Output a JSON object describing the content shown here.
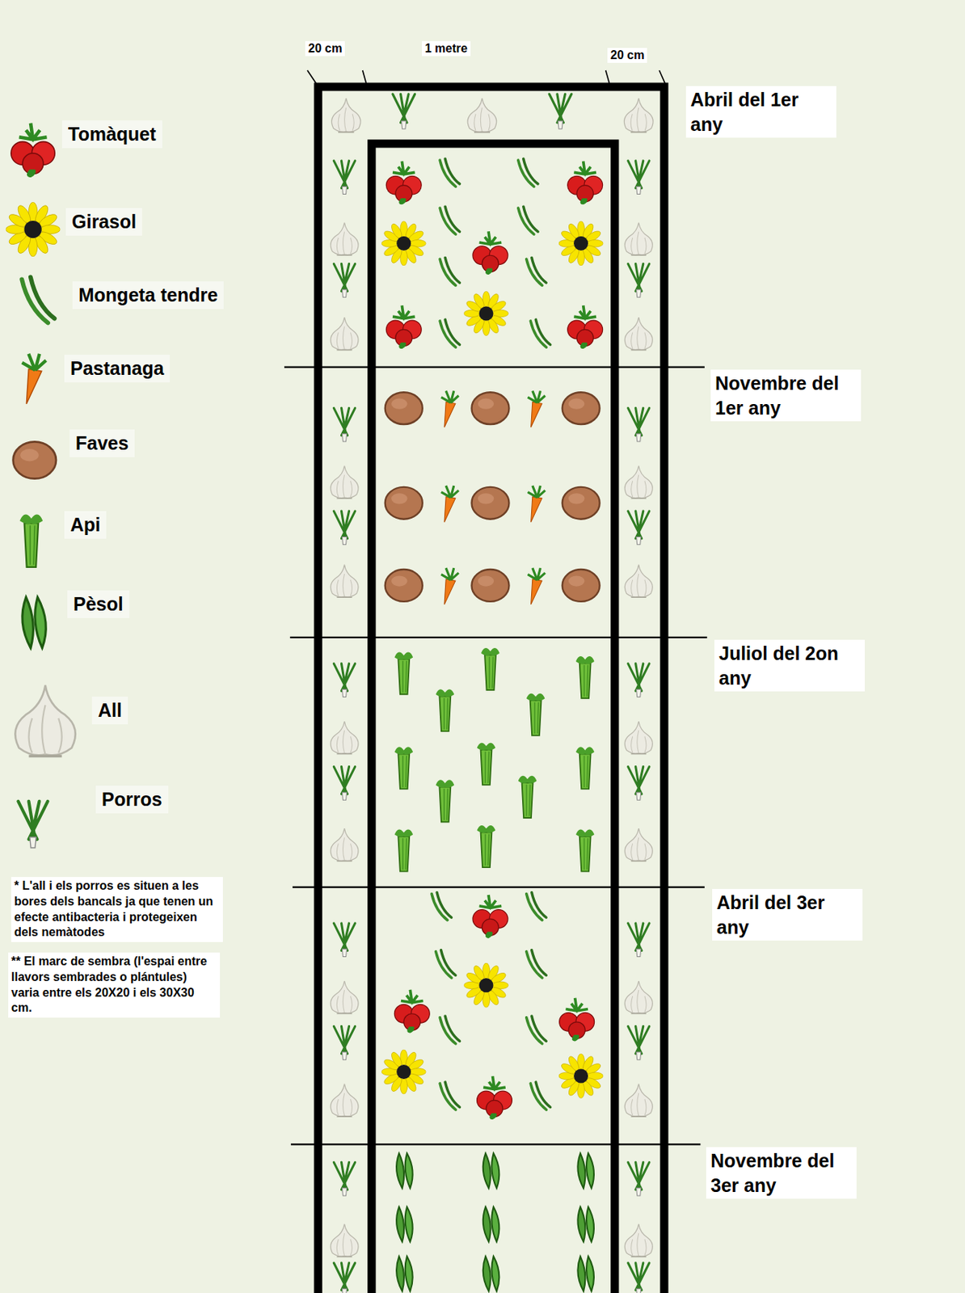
{
  "diagram": {
    "labels": [
      "20 cm",
      "1 metre",
      "20 cm",
      "Abril del 1er any",
      "Novembre del 1er any",
      "Juliol del 2on any",
      "Abril del 3er any",
      "Novembre del 3er any",
      "* L'all i els porros es situen a les bores dels bancals ja que tenen un efecte antibacteria i protegeixen dels nemàtodes",
      "** El marc de sembra (l'espai entre llavors sembrades o plántules) varia entre els 20X20 i els 30X30 cm."
    ],
    "legend": [
      {
        "text": "Tomàquet"
      },
      {
        "text": "Girasol"
      },
      {
        "text": "Mongeta tendre"
      },
      {
        "text": "Pastanaga"
      },
      {
        "text": "Faves"
      },
      {
        "text": "Api"
      },
      {
        "text": "Pèsol"
      },
      {
        "text": "All"
      },
      {
        "text": "Porros"
      }
    ]
  }
}
